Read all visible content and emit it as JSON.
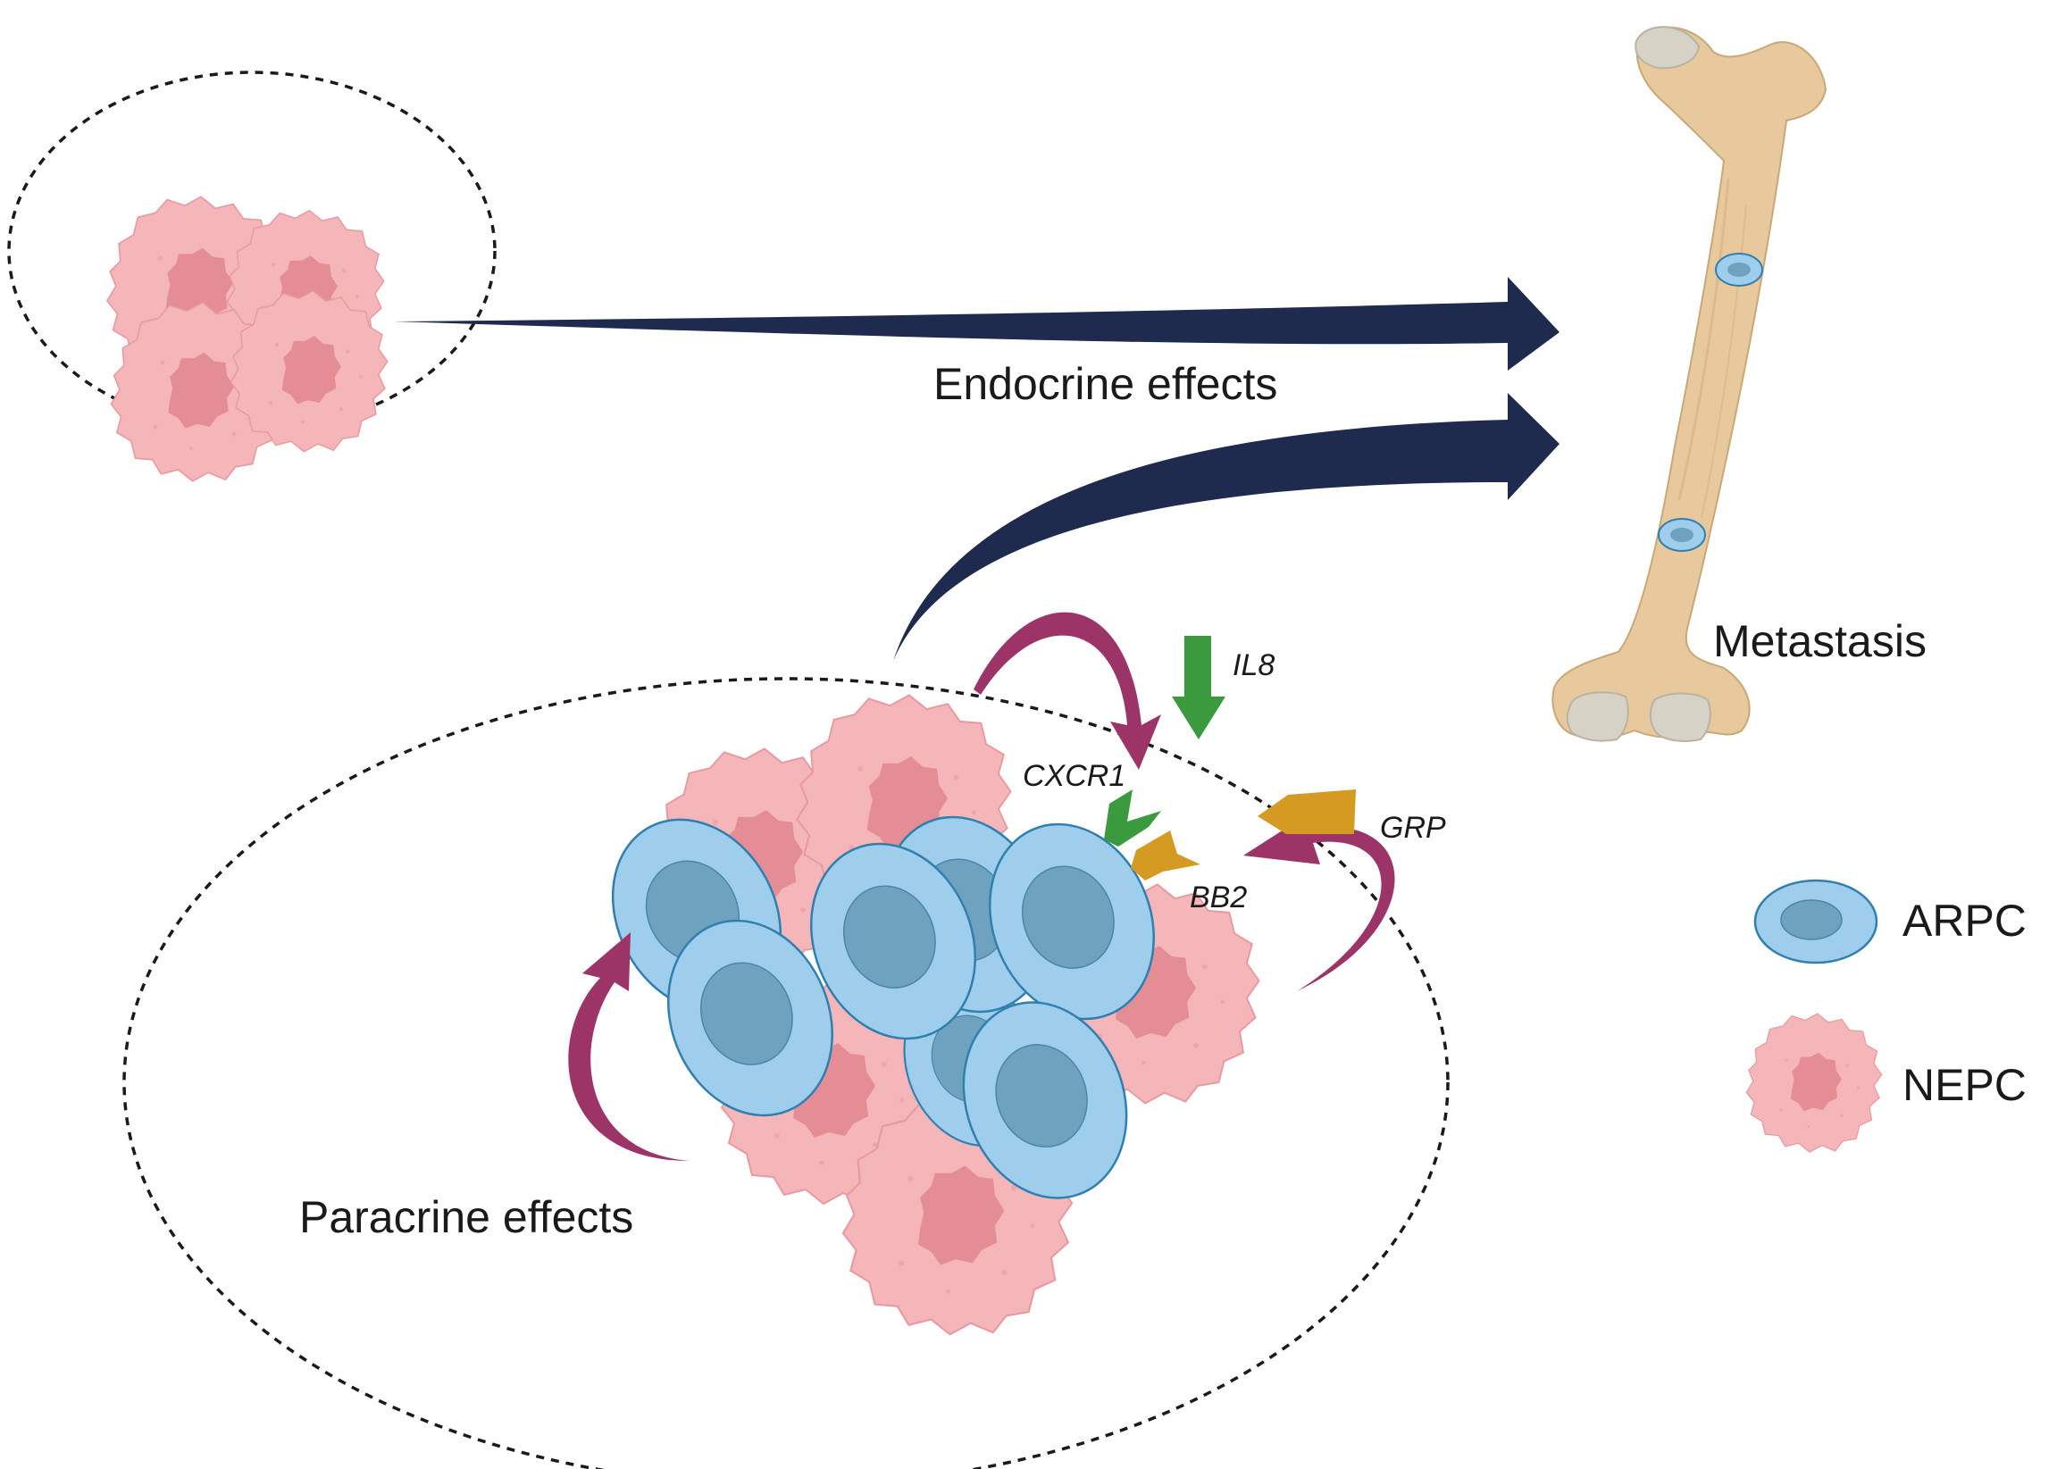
{
  "labels": {
    "endocrine": "Endocrine effects",
    "paracrine": "Paracrine effects",
    "metastasis": "Metastasis",
    "il8": "IL8",
    "cxcr1": "CXCR1",
    "grp": "GRP",
    "bb2": "BB2"
  },
  "legend": {
    "items": [
      {
        "label": "ARPC",
        "shape": "arpc-cell"
      },
      {
        "label": "NEPC",
        "shape": "nepc-cell"
      }
    ]
  },
  "colors": {
    "nepc_fill": "#f4b6b8",
    "nepc_nucleus": "#e58d95",
    "arpc_fill": "#9fcdec",
    "arpc_nucleus": "#6fa2bf",
    "arpc_stroke": "#2f7fb0",
    "endocrine_arrow": "#1f2a4f",
    "paracrine_arrow": "#9c3468",
    "il8_cxcr1": "#3c9a3e",
    "grp_bb2": "#d49a22",
    "bone": "#e8c99d",
    "bone_cap": "#d6d2c6",
    "boundary": "#1a1a1a"
  }
}
